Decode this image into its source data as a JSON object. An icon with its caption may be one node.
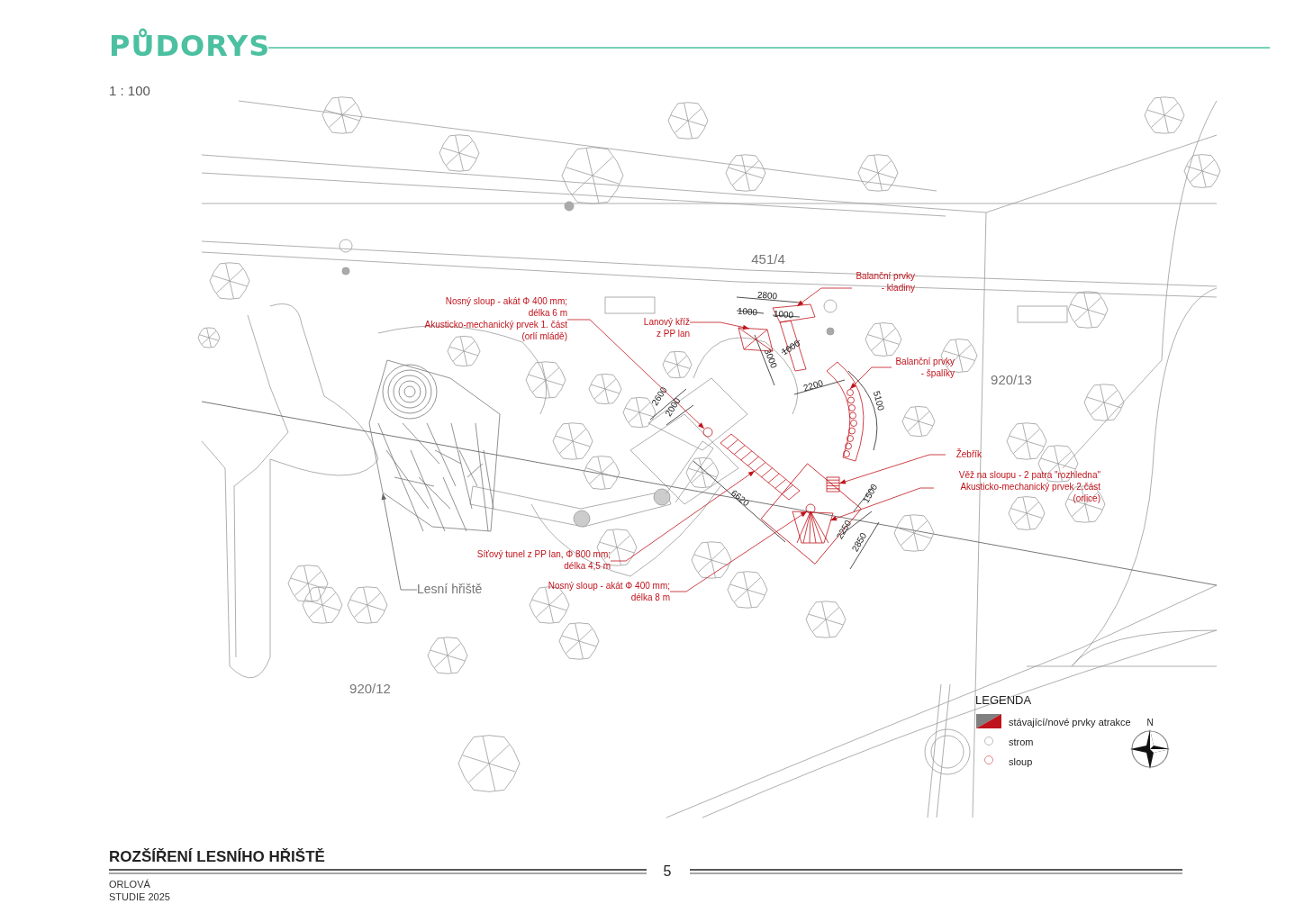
{
  "diagram": {
    "title": "PŮDORYS",
    "nodes": [
      {
        "text": [
          "Nosný sloup - akát Φ 400 mm; délka 6 m",
          "Akusticko-mechanický prvek 1. část (orlí mládě)"
        ]
      },
      {
        "text": [],
        "shape": "circle"
      },
      {
        "text": [
          "Lanový kříž z PP lan"
        ]
      },
      {
        "text": [],
        "shape": "box"
      },
      {
        "text": [
          "Balanční prvky - kladiny"
        ]
      },
      {
        "text": [],
        "shape": "box"
      },
      {
        "text": [
          "Balanční prvky - špalíky"
        ]
      },
      {
        "text": [],
        "shape": "circle"
      },
      {
        "text": [
          "Věž na sloupu - 2 patra \"rozhledna\"",
          "Akusticko-mechanický prvek 2.část (orlice)"
        ]
      },
      {
        "text": [],
        "shape": "box"
      },
      {
        "text": [
          "Žebřík"
        ]
      },
      {
        "text": [],
        "shape": "box",
        "in": 9
      },
      {
        "text": [
          "Síťový tunel z PP lan, Φ 800 mm; délka 4,5 m"
        ]
      },
      {
        "text": [],
        "shape": "box"
      },
      {
        "text": [
          "Nosný sloup - akát Φ 400 mm; délka 8 m"
        ]
      },
      {
        "text": [],
        "shape": "circle",
        "in": 9
      },
      {
        "text": [
          "Lesní hřiště"
        ]
      },
      {
        "text": [],
        "shape": "picture"
      }
    ],
    "edges": [
      {
        "from": 0,
        "to": 1,
        "arrow": "to"
      },
      {
        "from": 2,
        "to": 3,
        "arrow": "to"
      },
      {
        "from": 4,
        "to": 5,
        "arrow": "to"
      },
      {
        "from": 6,
        "to": 7,
        "arrow": "to"
      },
      {
        "from": 10,
        "to": 11,
        "arrow": "to"
      },
      {
        "from": 8,
        "to": 9,
        "arrow": "to"
      },
      {
        "from": 12,
        "to": 13,
        "arrow": "to"
      },
      {
        "from": 14,
        "to": 15,
        "arrow": "to"
      },
      {
        "from": 16,
        "to": 17,
        "arrow": "to",
        "color": "#666666"
      }
    ],
    "labels": [
      "1 : 100",
      "451/4",
      "2800",
      "1000",
      "1000",
      "1000",
      "3000",
      "920/13",
      "2200",
      "5100",
      "2600",
      "2000",
      "6620",
      "1500",
      "2250",
      "2850",
      "920/12",
      "LEGENDA",
      "N",
      "ROZŠÍŘENÍ LESNÍHO HŘIŠTĚ",
      "5",
      "ORLOVÁ",
      "STUDIE 2025"
    ],
    "legend": [
      {
        "text": "stávající/nové prvky atrakce"
      },
      {
        "text": "strom"
      },
      {
        "text": "sloup"
      }
    ]
  }
}
